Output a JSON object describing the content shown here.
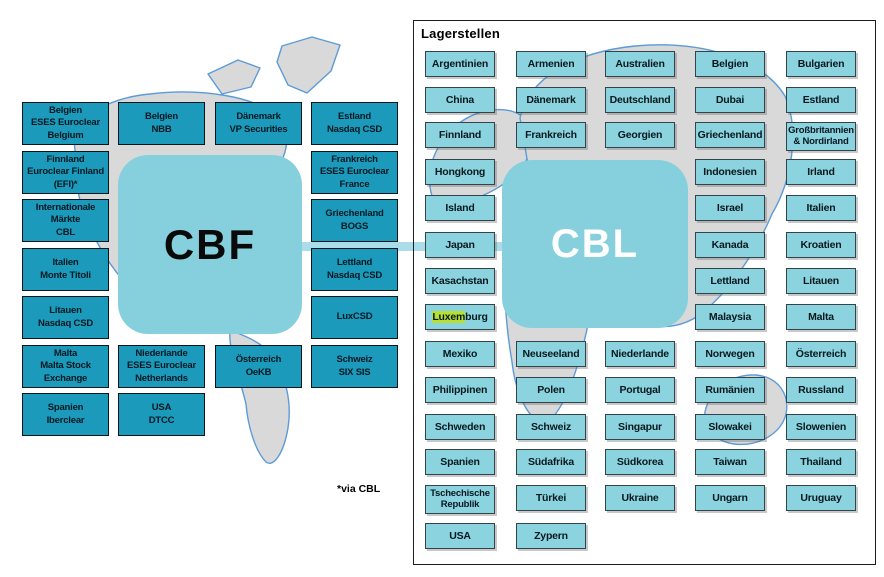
{
  "panel": {
    "title": "Lagerstellen",
    "cbl_label": "CBL",
    "luxemburg": {
      "pre": "Luxem",
      "post": "burg"
    },
    "columns": [
      {
        "items": [
          "Argentinien",
          "China",
          "Finnland",
          "Hongkong",
          "Island",
          "Japan",
          "Kasachstan",
          "Luxemburg",
          "Mexiko",
          "Philippinen",
          "Schweden",
          "Spanien",
          "Tschechische\nRepublik",
          "USA"
        ]
      },
      {
        "items": [
          "Armenien",
          "Dänemark",
          "Frankreich",
          "Neuseeland",
          "Polen",
          "Schweiz",
          "Südafrika",
          "Türkei",
          "Zypern"
        ]
      },
      {
        "items": [
          "Australien",
          "Deutschland",
          "Georgien",
          "Niederlande",
          "Portugal",
          "Singapur",
          "Südkorea",
          "Ukraine"
        ]
      },
      {
        "items": [
          "Belgien",
          "Dubai",
          "Griechenland",
          "Indonesien",
          "Israel",
          "Kanada",
          "Lettland",
          "Malaysia",
          "Norwegen",
          "Rumänien",
          "Slowakei",
          "Taiwan",
          "Ungarn"
        ]
      },
      {
        "items": [
          "Bulgarien",
          "Estland",
          "Großbritannien\n& Nordirland",
          "Irland",
          "Italien",
          "Kroatien",
          "Litauen",
          "Malta",
          "Österreich",
          "Russland",
          "Slowenien",
          "Thailand",
          "Uruguay"
        ]
      }
    ]
  },
  "cbf_label": "CBF",
  "footnote": "*via CBL",
  "left_boxes": [
    {
      "label": "Belgien\nESES Euroclear\nBelgium"
    },
    {
      "label": "Finnland\nEuroclear Finland\n(EFI)*"
    },
    {
      "label": "Internationale\nMärkte\nCBL"
    },
    {
      "label": "Italien\nMonte Titoli"
    },
    {
      "label": "Litauen\nNasdaq CSD"
    },
    {
      "label": "Malta\nMalta Stock\nExchange"
    },
    {
      "label": "Spanien\nIberclear"
    },
    {
      "label": "Belgien\nNBB"
    },
    {
      "label": "Niederlande\nESES Euroclear\nNetherlands"
    },
    {
      "label": "USA\nDTCC"
    },
    {
      "label": "Dänemark\nVP Securities"
    },
    {
      "label": "Österreich\nOeKB"
    },
    {
      "label": "Estland\nNasdaq CSD"
    },
    {
      "label": "Frankreich\nESES Euroclear\nFrance"
    },
    {
      "label": "Griechenland\nBOGS"
    },
    {
      "label": "Lettland\nNasdaq CSD"
    },
    {
      "label": "LuxCSD"
    },
    {
      "label": "Schweiz\nSIX SIS"
    }
  ],
  "colors": {
    "dark_market_box": "#1b9abc",
    "light_country_box": "#8ad3df",
    "hub": "#86d0dd",
    "connector_band": "#abdce9",
    "search_highlight": "#b6e132",
    "map_fill": "#d9d9d9",
    "map_stroke": "#5b9bd8"
  }
}
